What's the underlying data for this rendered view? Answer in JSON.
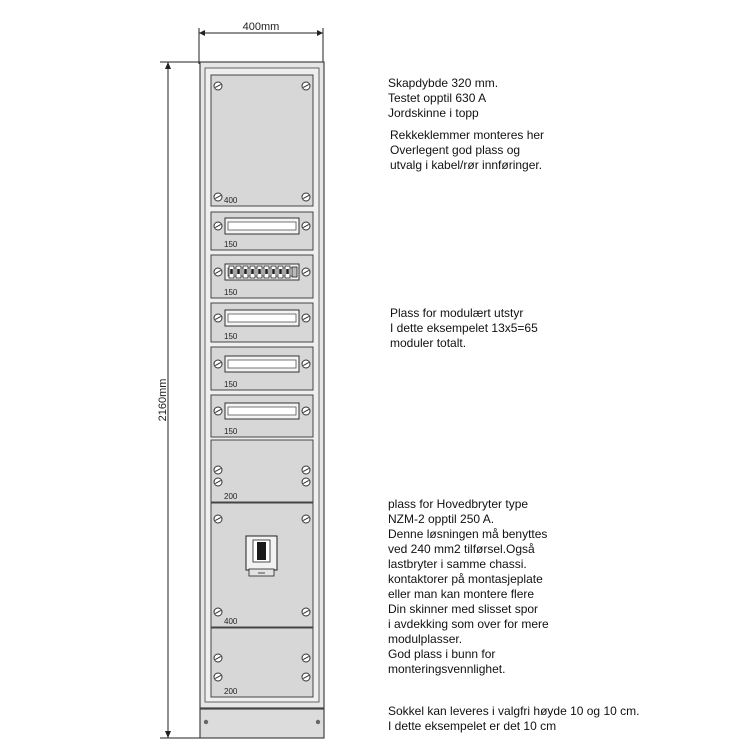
{
  "dimensions": {
    "width_label": "400mm",
    "height_label": "2160mm"
  },
  "panels": [
    {
      "name": "top-terminal-panel",
      "label": "400",
      "type": "blank"
    },
    {
      "name": "module-panel-1",
      "label": "150",
      "type": "rail"
    },
    {
      "name": "module-panel-2",
      "label": "150",
      "type": "breakers"
    },
    {
      "name": "module-panel-3",
      "label": "150",
      "type": "rail"
    },
    {
      "name": "module-panel-4",
      "label": "150",
      "type": "rail"
    },
    {
      "name": "module-panel-5",
      "label": "150",
      "type": "rail"
    },
    {
      "name": "blank-panel-200-upper",
      "label": "200",
      "type": "blank"
    },
    {
      "name": "main-switch-panel",
      "label": "400",
      "type": "switch"
    },
    {
      "name": "blank-panel-200-lower",
      "label": "200",
      "type": "blank"
    }
  ],
  "notes": {
    "cabinet": [
      "Skapdybde 320 mm.",
      "Testet opptil 630 A",
      "Jordskinne i topp"
    ],
    "terminals": [
      "Rekkeklemmer monteres her",
      "Overlegent god plass og",
      "utvalg i kabel/rør innføringer."
    ],
    "modules": [
      "Plass for modulært utstyr",
      "I dette eksempelet 13x5=65",
      "moduler totalt."
    ],
    "main_switch": [
      "plass for Hovedbryter type",
      "NZM-2 opptil 250 A.",
      "Denne løsningen må benyttes",
      "ved 240 mm2 tilførsel.Også",
      "lastbryter i samme chassi.",
      "kontaktorer på montasjeplate",
      "eller man kan montere flere",
      "Din skinner med slisset spor",
      "i avdekking som over for mere",
      "modulplasser.",
      "God plass i bunn for",
      "monteringsvennlighet."
    ],
    "plinth": [
      "Sokkel kan leveres i valgfri  høyde 10 og 10 cm.",
      "I dette eksempelet er det 10 cm"
    ]
  },
  "colors": {
    "panel_fill": "#d7d7d7",
    "cabinet_fill": "#e6e6e6",
    "outline": "#444444",
    "dimension_line": "#222222"
  }
}
